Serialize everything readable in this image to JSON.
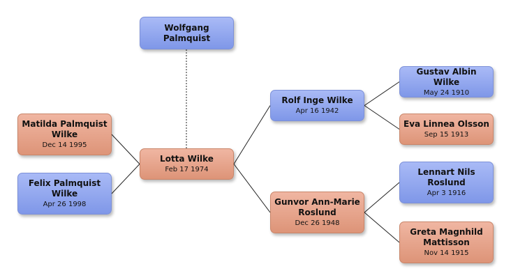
{
  "people": {
    "wolfgang": {
      "name_lines": [
        "Wolfgang",
        "Palmquist"
      ],
      "date": "",
      "sex": "male"
    },
    "matilda": {
      "name_lines": [
        "Matilda Palmquist",
        "Wilke"
      ],
      "date": "Dec 14 1995",
      "sex": "female"
    },
    "felix": {
      "name_lines": [
        "Felix Palmquist",
        "Wilke"
      ],
      "date": "Apr 26 1998",
      "sex": "male"
    },
    "lotta": {
      "name_lines": [
        "Lotta Wilke"
      ],
      "date": "Feb 17 1974",
      "sex": "female"
    },
    "rolf": {
      "name_lines": [
        "Rolf Inge Wilke"
      ],
      "date": "Apr 16 1942",
      "sex": "male"
    },
    "gunvor": {
      "name_lines": [
        "Gunvor Ann-Marie",
        "Roslund"
      ],
      "date": "Dec 26 1948",
      "sex": "female"
    },
    "gustav": {
      "name_lines": [
        "Gustav Albin Wilke"
      ],
      "date": "May 24 1910",
      "sex": "male"
    },
    "eva": {
      "name_lines": [
        "Eva Linnea Olsson"
      ],
      "date": "Sep 15 1913",
      "sex": "female"
    },
    "lennart": {
      "name_lines": [
        "Lennart Nils",
        "Roslund"
      ],
      "date": "Apr 3 1916",
      "sex": "male"
    },
    "greta": {
      "name_lines": [
        "Greta Magnhild",
        "Mattisson"
      ],
      "date": "Nov 14 1915",
      "sex": "female"
    }
  },
  "relations": [
    {
      "from": "matilda",
      "to": "lotta",
      "style": "solid"
    },
    {
      "from": "felix",
      "to": "lotta",
      "style": "solid"
    },
    {
      "from": "wolfgang",
      "to": "lotta",
      "style": "dashed"
    },
    {
      "from": "lotta",
      "to": "rolf",
      "style": "solid"
    },
    {
      "from": "lotta",
      "to": "gunvor",
      "style": "solid"
    },
    {
      "from": "rolf",
      "to": "gustav",
      "style": "solid"
    },
    {
      "from": "rolf",
      "to": "eva",
      "style": "solid"
    },
    {
      "from": "gunvor",
      "to": "lennart",
      "style": "solid"
    },
    {
      "from": "gunvor",
      "to": "greta",
      "style": "solid"
    }
  ]
}
